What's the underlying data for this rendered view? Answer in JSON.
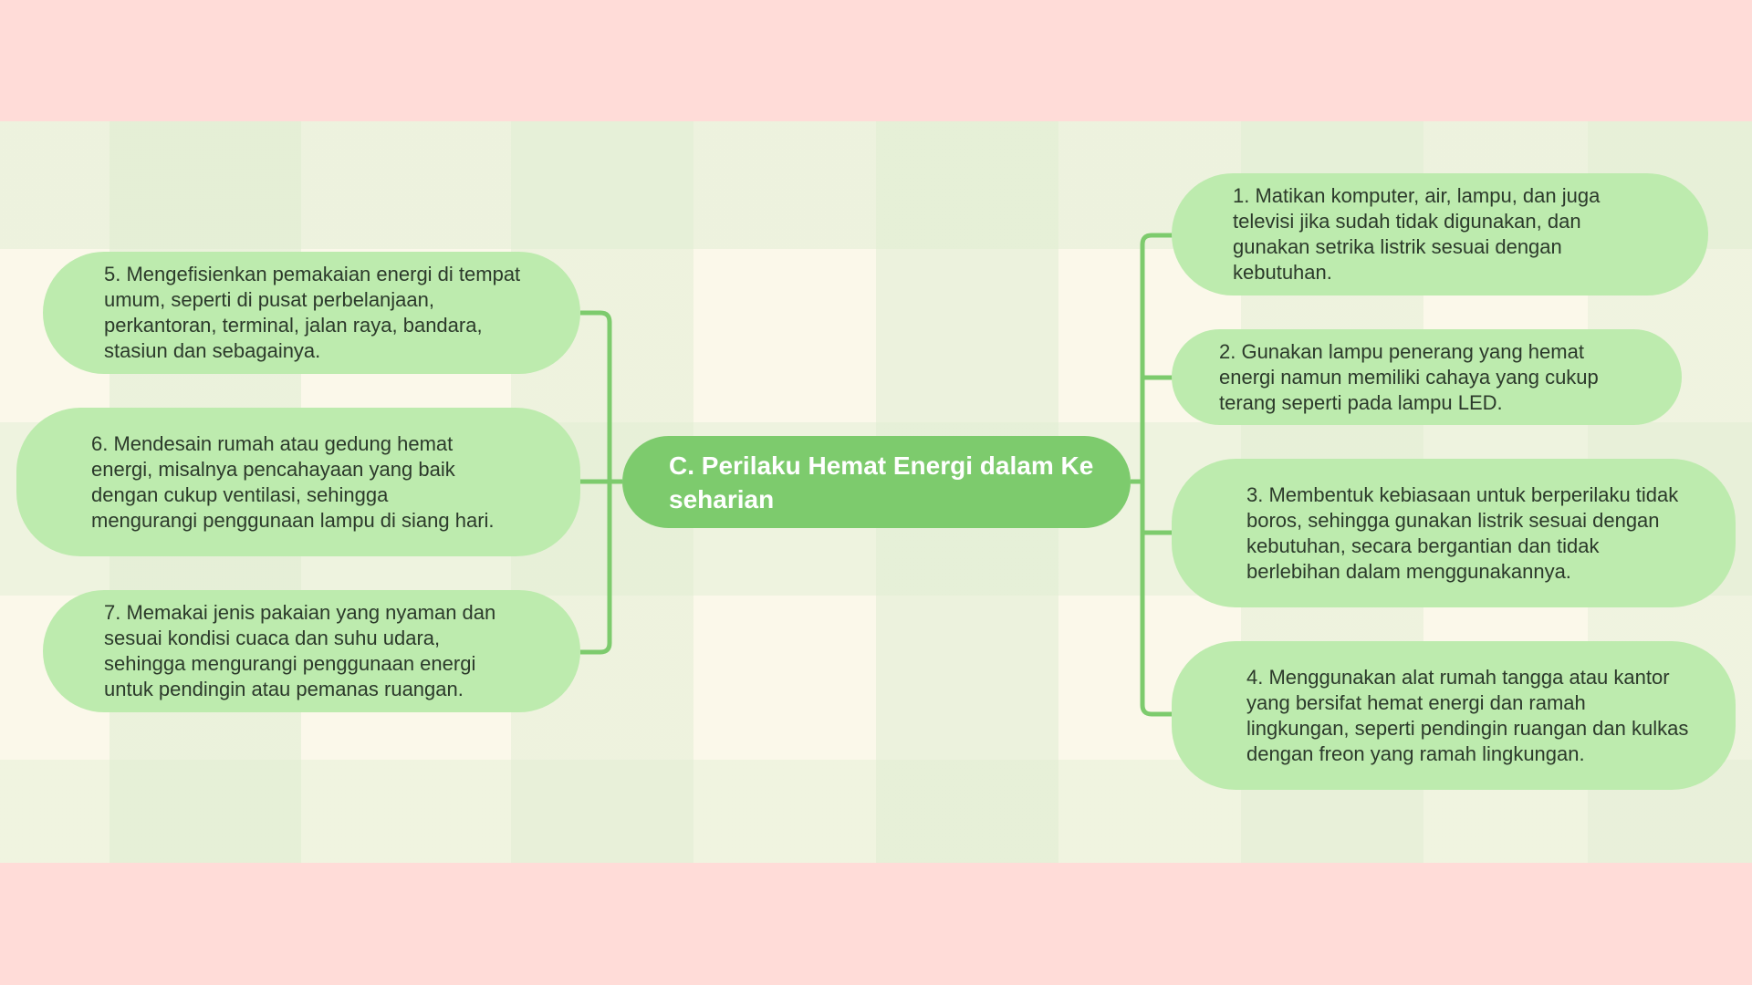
{
  "diagram": {
    "central_topic": "C. Perilaku Hemat Energi dalam Keseharian",
    "right_branches": [
      "1. Matikan komputer, air, lampu, dan juga televisi jika sudah tidak digunakan, dan gunakan setrika listrik sesuai dengan kebutuhan.",
      "2. Gunakan lampu penerang yang hemat energi namun memiliki cahaya yang cukup terang seperti pada lampu LED.",
      "3. Membentuk kebiasaan untuk berperilaku tidak boros, sehingga gunakan listrik sesuai dengan kebutuhan, secara bergantian dan tidak berlebihan dalam menggunakannya.",
      "4. Menggunakan alat rumah tangga atau kantor yang bersifat hemat energi dan ramah lingkungan, seperti pendingin ruangan dan kulkas dengan freon yang ramah lingkungan."
    ],
    "left_branches": [
      "5. Mengefisienkan pemakaian energi di tempat umum, seperti di pusat perbelanjaan, perkantoran, terminal, jalan raya, bandara, stasiun dan sebagainya.",
      "6. Mendesain rumah atau gedung hemat energi, misalnya pencahayaan yang baik dengan cukup ventilasi, sehingga mengurangi penggunaan lampu di siang hari.",
      "7. Memakai jenis pakaian yang nyaman dan sesuai kondisi cuaca dan suhu udara, sehingga mengurangi penggunaan energi untuk pendingin atau pemanas ruangan."
    ]
  },
  "colors": {
    "page_band": "#ffdcd8",
    "canvas": "#fbf8ea",
    "central_fill": "#7dcb6d",
    "branch_fill": "#bdebae",
    "connector": "#7dcb6d"
  }
}
